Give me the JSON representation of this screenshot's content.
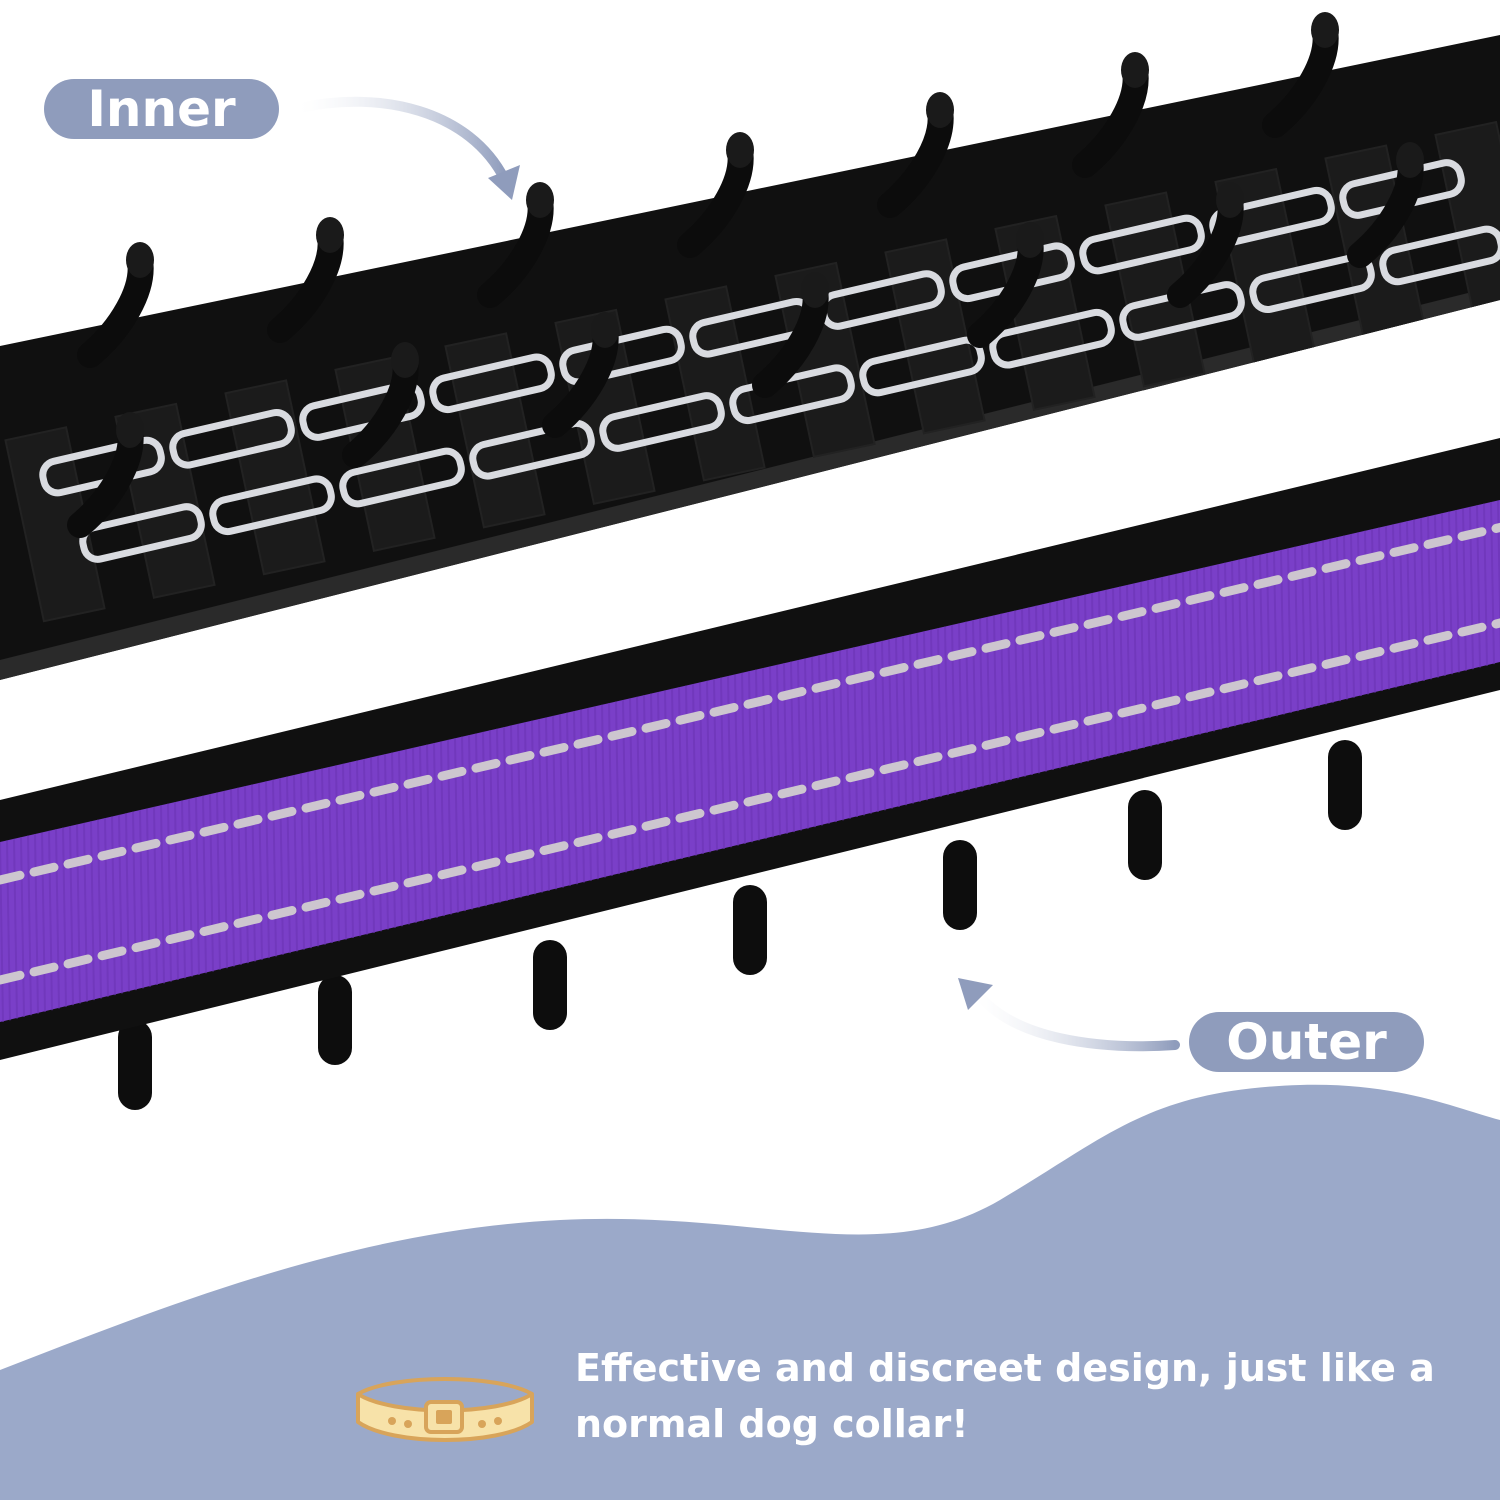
{
  "colors": {
    "label_pill": "#8f9cbc",
    "wave": "#9ba9c9",
    "collar_black": "#111111",
    "purple_webbing": "#7a3fc8",
    "reflective_dash": "#cdc6cf",
    "metal": "#d9dbe0",
    "icon_fill": "#f7e2a9",
    "icon_stroke": "#d8a45a"
  },
  "labels": {
    "inner": "Inner",
    "outer": "Outer"
  },
  "caption": {
    "text": "Effective and discreet design, just like a normal dog collar!"
  },
  "icons": {
    "collar": "collar-icon",
    "arrow_inner": "curved-arrow-icon",
    "arrow_outer": "curved-arrow-icon"
  }
}
